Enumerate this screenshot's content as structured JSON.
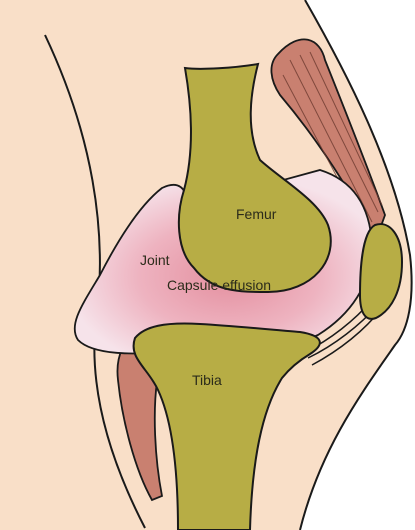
{
  "diagram": {
    "labels": {
      "femur": "Femur",
      "joint": "Joint",
      "capsule_effusion": "Capsule effusion",
      "tibia": "Tibia"
    },
    "colors": {
      "skin": "#f9dfc8",
      "bone": "#b7ad45",
      "muscle": "#c98070",
      "effusion_center": "#e48f9f",
      "effusion_edge": "#f6e3ea",
      "outline": "#1a1a1a"
    }
  }
}
